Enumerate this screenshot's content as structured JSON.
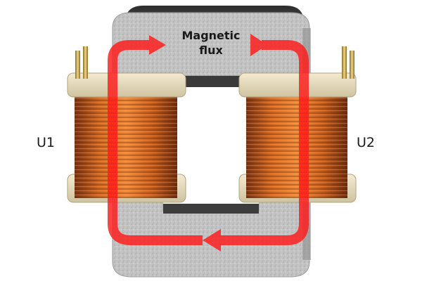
{
  "labels": {
    "flux_line1": "Magnetic",
    "flux_line2": "flux",
    "primary": "U1",
    "secondary": "U2"
  },
  "colors": {
    "core_gray": "#b8b8b8",
    "core_dark": "#4a4a4a",
    "copper": "#c8621e",
    "bobbin": "#e6dcc0",
    "flux_arrow": "#ff1a1a",
    "terminal_brass": "#cfa64a"
  },
  "icons": {
    "flux_direction": "arrow-clockwise"
  }
}
